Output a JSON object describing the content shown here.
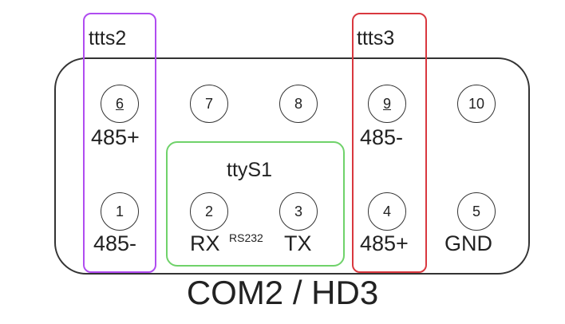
{
  "diagram": {
    "title": "COM2 / HD3",
    "groups": {
      "ttts2": "ttts2",
      "ttts3": "ttts3",
      "ttys1": "ttyS1",
      "rs232": "RS232"
    },
    "colors": {
      "ttts2": "#b04cf0",
      "ttts3": "#d9383f",
      "ttys1": "#6fd26a",
      "outline": "#333333"
    },
    "pins": [
      {
        "number": "6",
        "signal": "485+"
      },
      {
        "number": "7",
        "signal": ""
      },
      {
        "number": "8",
        "signal": ""
      },
      {
        "number": "9",
        "signal": "485-"
      },
      {
        "number": "10",
        "signal": ""
      },
      {
        "number": "1",
        "signal": "485-"
      },
      {
        "number": "2",
        "signal": "RX"
      },
      {
        "number": "3",
        "signal": "TX"
      },
      {
        "number": "4",
        "signal": "485+"
      },
      {
        "number": "5",
        "signal": "GND"
      }
    ]
  }
}
